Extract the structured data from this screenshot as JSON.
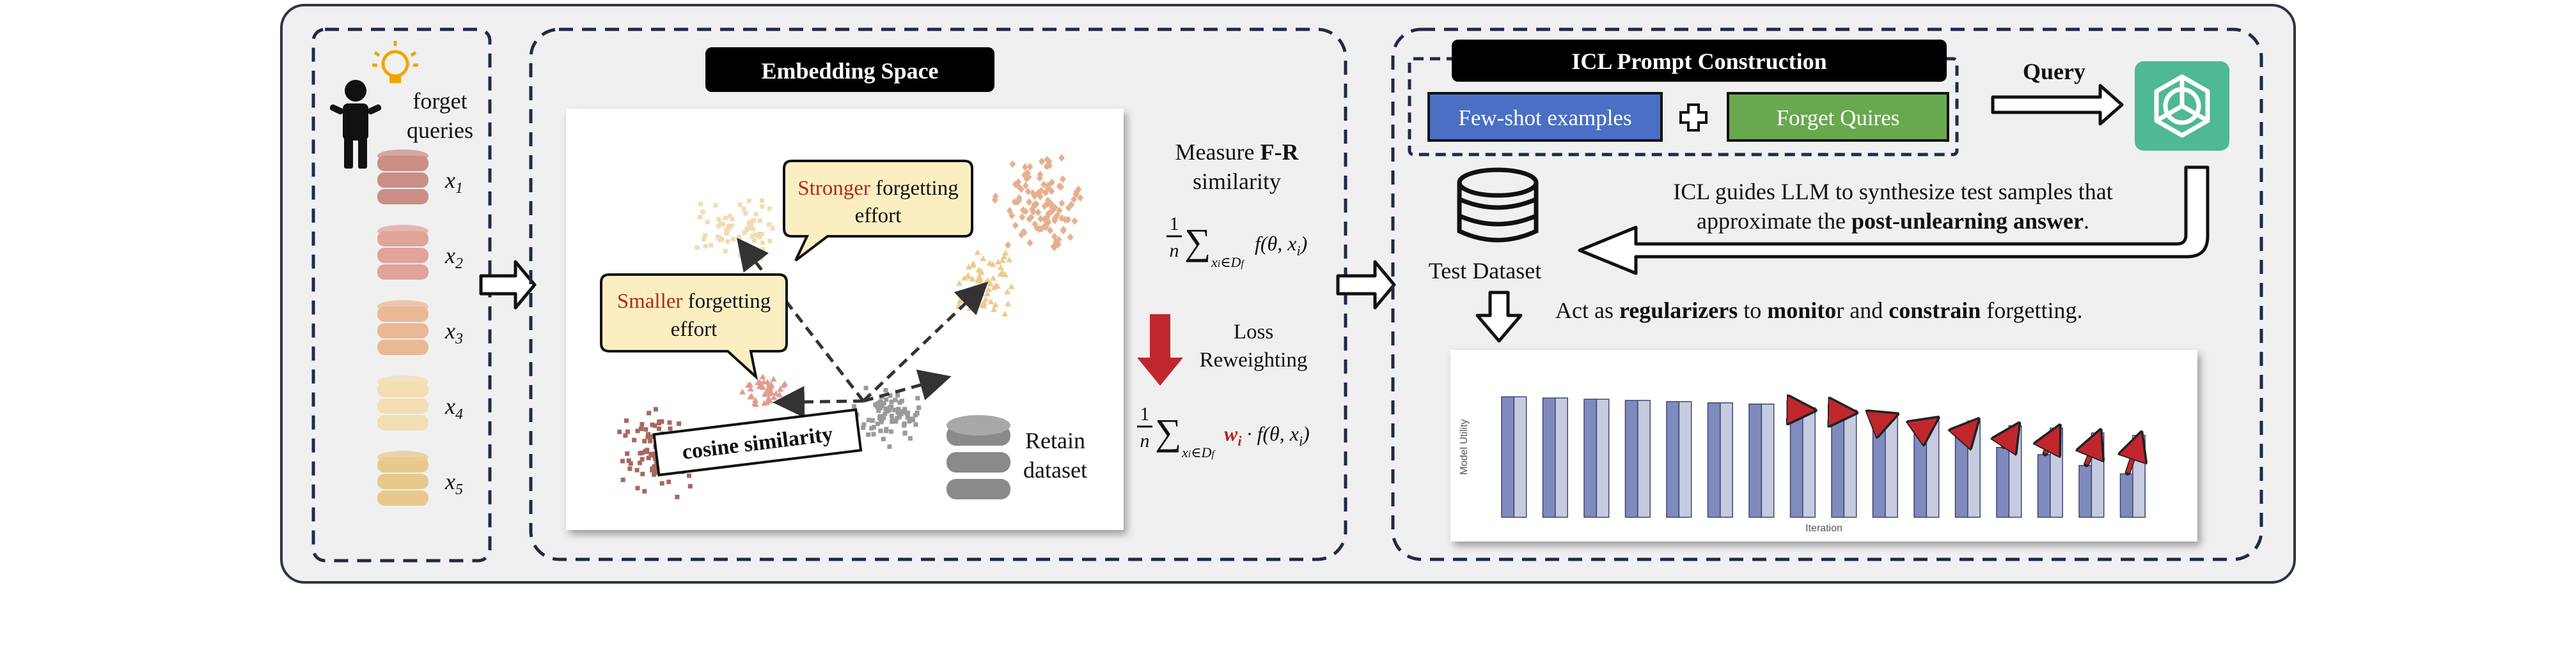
{
  "left_panel": {
    "forget_label_line1": "forget",
    "forget_label_line2": "queries",
    "items": [
      {
        "label": "x",
        "sub": "1",
        "color": "#c98f86"
      },
      {
        "label": "x",
        "sub": "2",
        "color": "#e0a49a"
      },
      {
        "label": "x",
        "sub": "3",
        "color": "#e9b995"
      },
      {
        "label": "x",
        "sub": "4",
        "color": "#f3ddb2"
      },
      {
        "label": "x",
        "sub": "5",
        "color": "#e8c98d"
      }
    ]
  },
  "embedding": {
    "title": "Embedding Space",
    "stronger_prefix": "Stronger",
    "stronger_rest": " forgetting",
    "stronger_line2": "effort",
    "smaller_prefix": "Smaller",
    "smaller_rest": " forgetting",
    "smaller_line2": "effort",
    "cosine_label": "cosine similarity",
    "retain_line1": "Retain",
    "retain_line2": "dataset",
    "measure_line1": "Measure ",
    "measure_bold": "F-R",
    "measure_line2": "similarity",
    "formula1_frac_num": "1",
    "formula1_frac_den": "n",
    "formula1_sum": "∑",
    "formula1_sub": "x",
    "formula1_sub_i": "i",
    "formula1_sub_rest": "∈D",
    "formula1_sub_f": "f",
    "formula1_body": "f(θ, x",
    "formula1_body_i": "i",
    "formula1_body_end": ")",
    "loss_line1": "Loss",
    "loss_line2": "Reweighting",
    "formula2_w": "w",
    "formula2_wi": "i",
    "formula2_body": " · f(θ, x",
    "formula2_body_i": "i",
    "formula2_body_end": ")"
  },
  "icl": {
    "title": "ICL Prompt Construction",
    "fewshot_label": "Few-shot examples",
    "forget_label": "Forget Quires",
    "plus": "✚",
    "query_label": "Query",
    "guide_line1": "ICL guides LLM to synthesize test samples that",
    "guide_line2_pre": "approximate the ",
    "guide_line2_bold": "post-unlearning answer",
    "guide_line2_end": ".",
    "test_dataset_label": "Test Dataset",
    "act_pre": "Act as ",
    "act_b1": "regularizers",
    "act_mid1": " to ",
    "act_b2": "monito",
    "act_mid2": "r and ",
    "act_b3": "constrain",
    "act_end": " forgetting."
  },
  "colors": {
    "panel_bg": "#f0f0f0",
    "dash_border": "#1e2a4a",
    "fewshot_bg": "#4a6fc4",
    "forget_bg": "#6aa84f",
    "arrow_red": "#c0272d",
    "openai_green": "#4fb894",
    "bubble_bg": "#fbefc2"
  },
  "chart_data": {
    "type": "bar",
    "xlabel": "Iteration",
    "ylabel": "Model Utility",
    "series": [
      {
        "values": [
          1.0,
          0.99,
          0.98,
          0.97,
          0.96,
          0.95,
          0.94,
          0.88,
          0.86,
          0.79,
          0.72,
          0.66,
          0.58,
          0.52,
          0.43,
          0.36
        ]
      },
      {
        "values": [
          1.0,
          0.99,
          0.98,
          0.97,
          0.96,
          0.95,
          0.94,
          0.91,
          0.89,
          0.86,
          0.82,
          0.8,
          0.76,
          0.74,
          0.7,
          0.68
        ]
      }
    ],
    "ylim": [
      0,
      1.05
    ]
  }
}
